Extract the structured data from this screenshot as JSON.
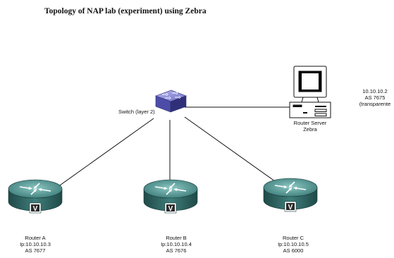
{
  "title": "Topology of NAP lab (experiment) using Zebra",
  "switch": {
    "label": "Switch (layer 2)",
    "icon": "network-switch-icon"
  },
  "router_server": {
    "name": "Router Server",
    "software": "Zebra",
    "ip": "10.10.10.2",
    "as": "AS 7675",
    "mode": "(transparente",
    "icon": "workstation-icon"
  },
  "routers": [
    {
      "name": "Router A",
      "ip": "Ip:10.10.10.3",
      "as": "AS 7677",
      "icon": "router-icon"
    },
    {
      "name": "Router B",
      "ip": "Ip:10.10.10.4",
      "as": "AS 7676",
      "icon": "router-icon"
    },
    {
      "name": "Router C",
      "ip": "Ip:10.10.10.5",
      "as": "AS 6000",
      "icon": "router-icon"
    }
  ],
  "colors": {
    "router_top": "#4d8f8c",
    "router_body": "#2f6664",
    "switch_top": "#8e8ed6",
    "switch_side": "#3a3a8a",
    "link": "#111111"
  }
}
